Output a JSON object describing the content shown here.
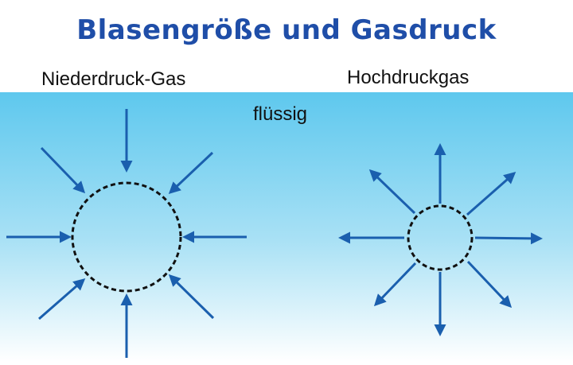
{
  "title": "Blasengröße und Gasdruck",
  "labels": {
    "low_pressure": "Niederdruck-Gas",
    "high_pressure": "Hochdruckgas",
    "liquid": "flüssig"
  },
  "colors": {
    "title": "#1f4ea8",
    "arrow": "#1a5fae",
    "liquid_top": "#5ec8ee",
    "liquid_bottom": "#ffffff",
    "bubble_outline": "#111111"
  },
  "icons": {
    "inward_arrows": "arrows pointing toward bubble",
    "outward_arrows": "arrows pointing away from bubble"
  }
}
